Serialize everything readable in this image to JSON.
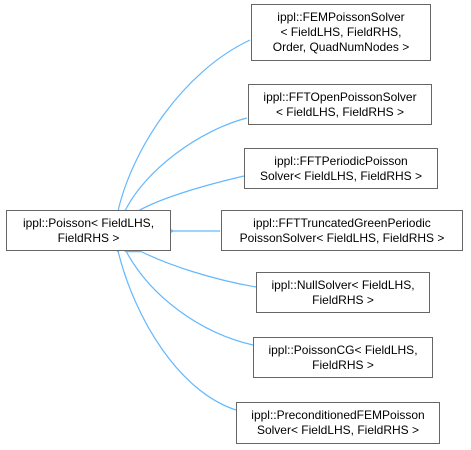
{
  "diagram": {
    "base_class": {
      "lines": [
        "ippl::Poisson< FieldLHS,",
        "FieldRHS >"
      ]
    },
    "derived_classes": [
      {
        "id": "fem",
        "lines": [
          "ippl::FEMPoissonSolver",
          "< FieldLHS, FieldRHS,",
          "Order, QuadNumNodes >"
        ]
      },
      {
        "id": "fftopen",
        "lines": [
          "ippl::FFTOpenPoissonSolver",
          "< FieldLHS, FieldRHS >"
        ]
      },
      {
        "id": "fftperiodic",
        "lines": [
          "ippl::FFTPeriodicPoisson",
          "Solver< FieldLHS, FieldRHS >"
        ]
      },
      {
        "id": "ffttruncated",
        "lines": [
          "ippl::FFTTruncatedGreenPeriodic",
          "PoissonSolver< FieldLHS, FieldRHS >"
        ]
      },
      {
        "id": "null",
        "lines": [
          "ippl::NullSolver< FieldLHS,",
          "FieldRHS >"
        ]
      },
      {
        "id": "cg",
        "lines": [
          "ippl::PoissonCG< FieldLHS,",
          "FieldRHS >"
        ]
      },
      {
        "id": "precond",
        "lines": [
          "ippl::PreconditionedFEMPoisson",
          "Solver< FieldLHS, FieldRHS >"
        ]
      }
    ],
    "colors": {
      "edge": "#63b8ff",
      "node_border": "#666666",
      "node_fill": "#ffffff",
      "text": "#000000"
    }
  }
}
